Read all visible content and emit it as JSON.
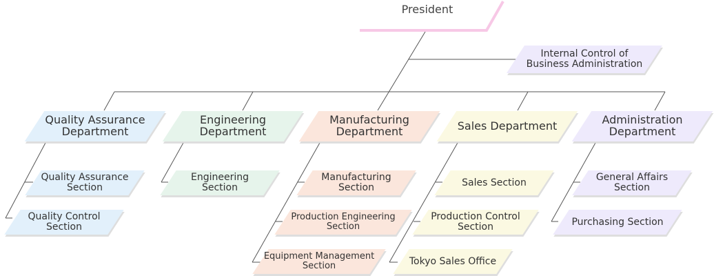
{
  "president": {
    "label": "President",
    "accent": "#f7c8e6"
  },
  "internal_control": {
    "label": "Internal Control of\nBusiness Administration",
    "color": "#eeeafc"
  },
  "departments": [
    {
      "label": "Quality Assurance\nDepartment",
      "color": "#e2f0fb",
      "sections": [
        {
          "label": "Quality Assurance\nSection"
        },
        {
          "label": "Quality Control\nSection"
        }
      ]
    },
    {
      "label": "Engineering\nDepartment",
      "color": "#e6f4eb",
      "sections": [
        {
          "label": "Engineering\nSection"
        }
      ]
    },
    {
      "label": "Manufacturing\nDepartment",
      "color": "#fbe6dc",
      "sections": [
        {
          "label": "Manufacturing\nSection"
        },
        {
          "label": "Production Engineering\nSection"
        },
        {
          "label": "Equipment Management\nSection"
        }
      ]
    },
    {
      "label": "Sales Department",
      "color": "#fbf9e2",
      "sections": [
        {
          "label": "Sales Section"
        },
        {
          "label": "Production Control\nSection"
        },
        {
          "label": "Tokyo Sales Office"
        }
      ]
    },
    {
      "label": "Administration\nDepartment",
      "color": "#eeeafc",
      "sections": [
        {
          "label": "General Affairs\nSection"
        },
        {
          "label": "Purchasing Section"
        }
      ]
    }
  ]
}
